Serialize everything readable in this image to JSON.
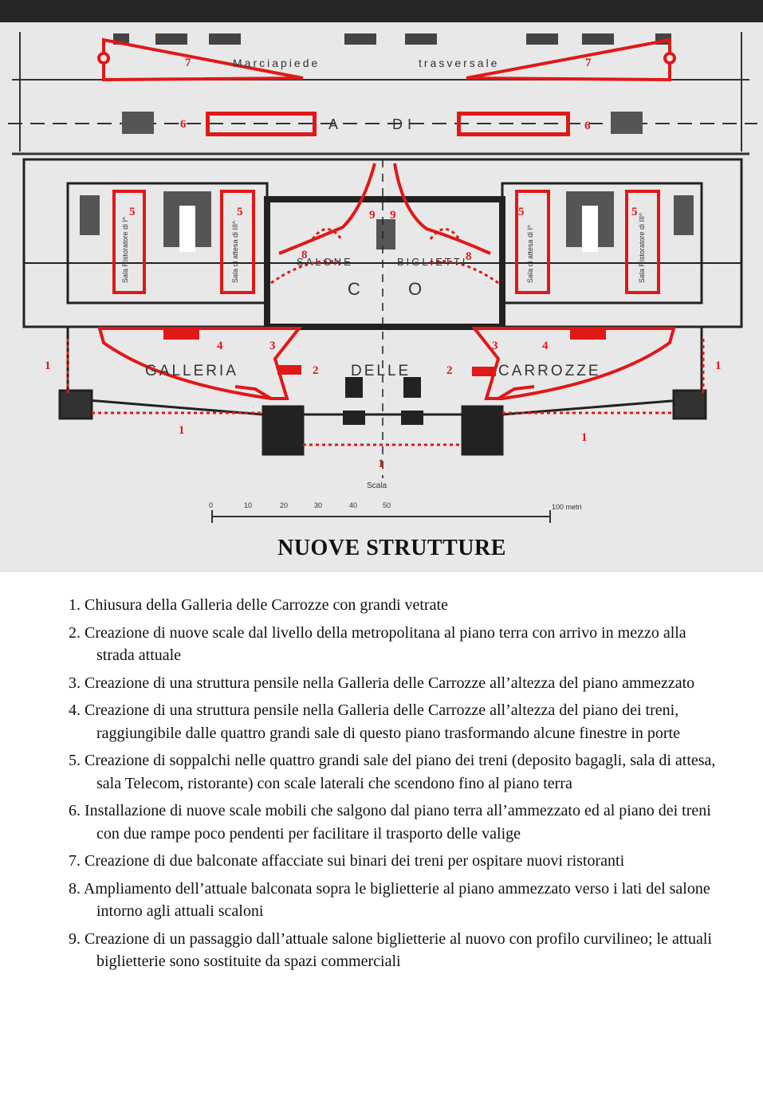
{
  "plan": {
    "title": "NUOVE STRUTTURE",
    "labels": {
      "marciapiede": "Marciapiede",
      "trasversale": "trasversale",
      "piazza_left": "A",
      "piazza_right": "DI",
      "salone": "SALONE",
      "biglietti": "BIGLIETTI",
      "co_left": "C",
      "co_right": "O",
      "galleria": "GALLERIA",
      "delle": "DELLE",
      "carrozze": "CARROZZE",
      "scala": "Scala",
      "scale_ticks": [
        "0",
        "10",
        "20",
        "30",
        "40",
        "50",
        "100 metri"
      ]
    },
    "room_labels": {
      "ristoratore_left": "Sala Ristoratore di I^",
      "attesa_left": "Sala di attesa di III^",
      "attesa_right": "Sala di attesa di I^",
      "ristoratore_right": "Sala Ristoratore di III^"
    },
    "markers": [
      "1",
      "2",
      "3",
      "4",
      "5",
      "6",
      "7",
      "8",
      "9"
    ],
    "accent_color": "#e01818"
  },
  "legend": [
    {
      "num": "1.",
      "text": "Chiusura della Galleria delle Carrozze con grandi vetrate"
    },
    {
      "num": "2.",
      "text": "Creazione di nuove scale dal livello della metropolitana al piano terra con arrivo in mezzo alla strada attuale"
    },
    {
      "num": "3.",
      "text": "Creazione di una struttura pensile nella Galleria delle Carrozze all’altezza del piano ammezzato"
    },
    {
      "num": "4.",
      "text": "Creazione di una struttura pensile nella Galleria delle Carrozze all’altezza del piano dei treni, raggiungibile dalle quattro grandi sale di questo piano trasformando alcune finestre in porte"
    },
    {
      "num": "5.",
      "text": "Creazione di soppalchi nelle quattro grandi sale del piano dei treni (deposito bagagli, sala di attesa, sala Telecom, ristorante) con scale laterali che scendono fino al piano terra"
    },
    {
      "num": "6.",
      "text": "Installazione di nuove scale mobili che salgono dal piano terra all’ammezzato ed al piano dei treni con due rampe poco pendenti per facilitare il trasporto delle valige"
    },
    {
      "num": "7.",
      "text": "Creazione di due balconate affacciate sui binari dei treni per ospitare nuovi ristoranti"
    },
    {
      "num": "8.",
      "text": "Ampliamento dell’attuale balconata sopra le biglietterie al piano ammezzato verso i lati del salone intorno agli attuali scaloni"
    },
    {
      "num": "9.",
      "text": "Creazione di un passaggio dall’attuale salone biglietterie al nuovo con profilo curvilineo; le attuali biglietterie sono sostituite da spazi commerciali"
    }
  ]
}
